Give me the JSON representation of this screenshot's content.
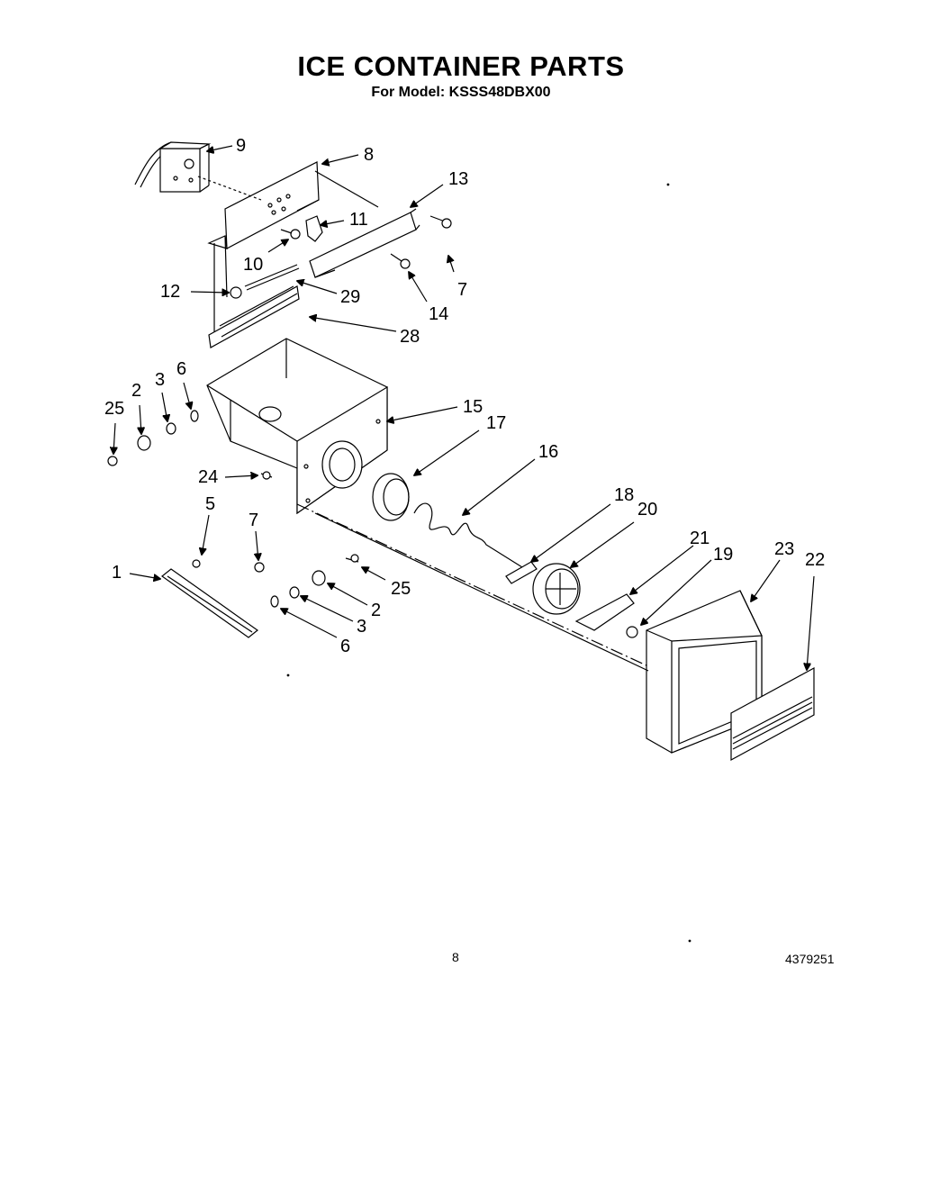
{
  "header": {
    "title": "ICE CONTAINER PARTS",
    "subtitle": "For Model: KSSS48DBX00"
  },
  "callouts": [
    {
      "id": "c9",
      "label": "9"
    },
    {
      "id": "c8",
      "label": "8"
    },
    {
      "id": "c13",
      "label": "13"
    },
    {
      "id": "c11",
      "label": "11"
    },
    {
      "id": "c10",
      "label": "10"
    },
    {
      "id": "c7a",
      "label": "7"
    },
    {
      "id": "c14",
      "label": "14"
    },
    {
      "id": "c12",
      "label": "12"
    },
    {
      "id": "c29",
      "label": "29"
    },
    {
      "id": "c28",
      "label": "28"
    },
    {
      "id": "c25a",
      "label": "25"
    },
    {
      "id": "c2a",
      "label": "2"
    },
    {
      "id": "c3a",
      "label": "3"
    },
    {
      "id": "c6a",
      "label": "6"
    },
    {
      "id": "c15",
      "label": "15"
    },
    {
      "id": "c17",
      "label": "17"
    },
    {
      "id": "c16",
      "label": "16"
    },
    {
      "id": "c24",
      "label": "24"
    },
    {
      "id": "c5",
      "label": "5"
    },
    {
      "id": "c7b",
      "label": "7"
    },
    {
      "id": "c1",
      "label": "1"
    },
    {
      "id": "c25b",
      "label": "25"
    },
    {
      "id": "c2b",
      "label": "2"
    },
    {
      "id": "c3b",
      "label": "3"
    },
    {
      "id": "c6b",
      "label": "6"
    },
    {
      "id": "c18",
      "label": "18"
    },
    {
      "id": "c20",
      "label": "20"
    },
    {
      "id": "c21",
      "label": "21"
    },
    {
      "id": "c19",
      "label": "19"
    },
    {
      "id": "c23",
      "label": "23"
    },
    {
      "id": "c22",
      "label": "22"
    }
  ],
  "footer": {
    "page_number": "8",
    "document_number": "4379251"
  }
}
